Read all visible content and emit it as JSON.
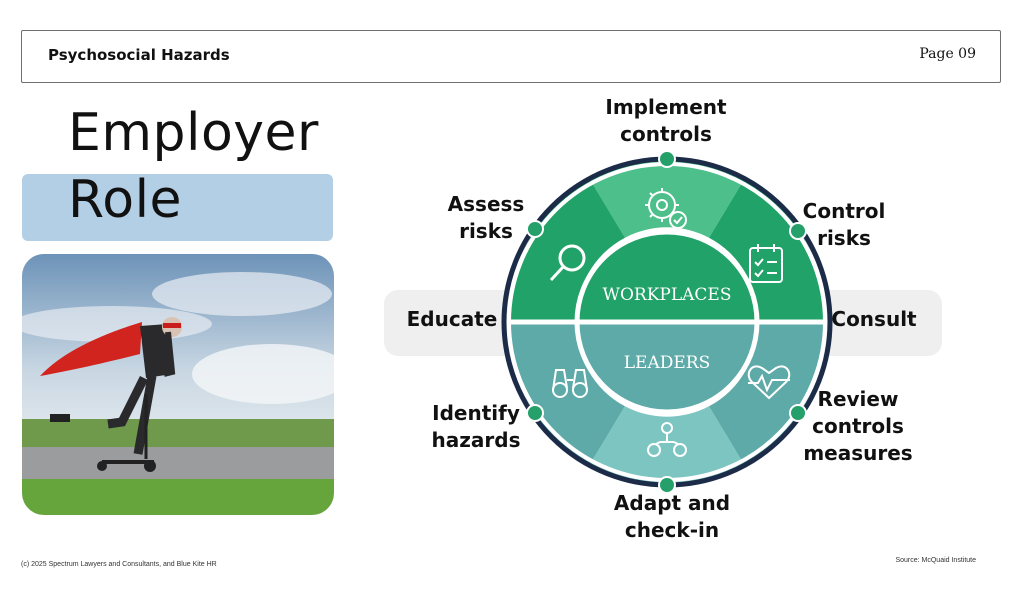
{
  "header": {
    "title": "Psychosocial Hazards",
    "page": "Page 09"
  },
  "title": {
    "line1": "Employer",
    "line2": "Role"
  },
  "diagram": {
    "inner_top": "WORKPLACES",
    "inner_bottom": "LEADERS",
    "labels": {
      "implement": "Implement\ncontrols",
      "control": "Control\nrisks",
      "assess": "Assess\nrisks",
      "educate": "Educate",
      "consult": "Consult",
      "identify": "Identify\nhazards",
      "review": "Review\ncontrols\nmeasures",
      "adapt": "Adapt and\ncheck-in"
    },
    "icons": [
      "gear-check-icon",
      "magnifier-icon",
      "checklist-calendar-icon",
      "binoculars-icon",
      "heartbeat-icon",
      "people-network-icon"
    ],
    "colors": {
      "green_dark": "#21a268",
      "green_light": "#4dbf8a",
      "teal_dark": "#5eaaa8",
      "teal_light": "#7cc5c1",
      "ring": "#1b2b48",
      "dot": "#25a06a",
      "band": "#efefef",
      "role_band": "#b3cfe6"
    }
  },
  "footer": {
    "copyright": "(c) 2025 Spectrum Lawyers and Consultants, and Blue Kite HR",
    "source": "Source: McQuaid Institute"
  }
}
